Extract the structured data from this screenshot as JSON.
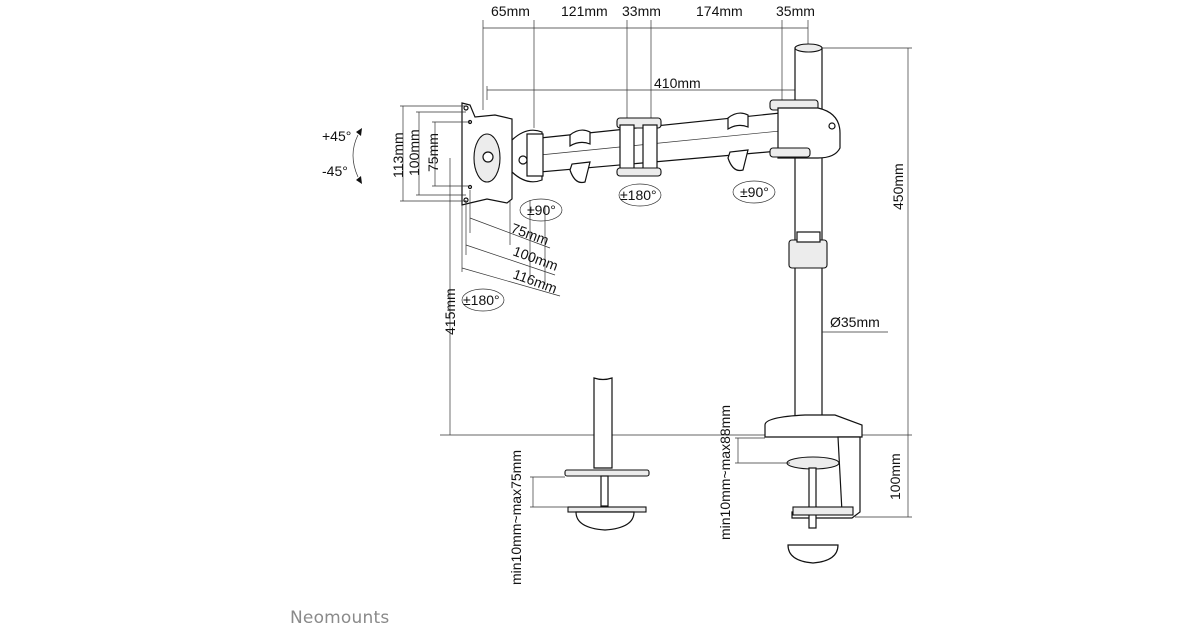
{
  "diagram": {
    "title": "Monitor desk mount dimensions",
    "top_dims": [
      "65mm",
      "121mm",
      "33mm",
      "174mm",
      "35mm"
    ],
    "arm_reach": "410mm",
    "pole_height": "450mm",
    "pole_diameter": "Ø35mm",
    "clamp_height": "100mm",
    "vesa_vertical": [
      "113mm",
      "100mm",
      "75mm"
    ],
    "vesa_horizontal": [
      "75mm",
      "100mm",
      "116mm"
    ],
    "tilt": {
      "up": "+45°",
      "down": "-45°"
    },
    "rotations": [
      "±90°",
      "±180°",
      "±90°",
      "±180°"
    ],
    "height_below": "415mm",
    "grommet_range": "min10mm~max75mm",
    "clamp_range": "min10mm~max88mm"
  },
  "brand": "Neomounts"
}
